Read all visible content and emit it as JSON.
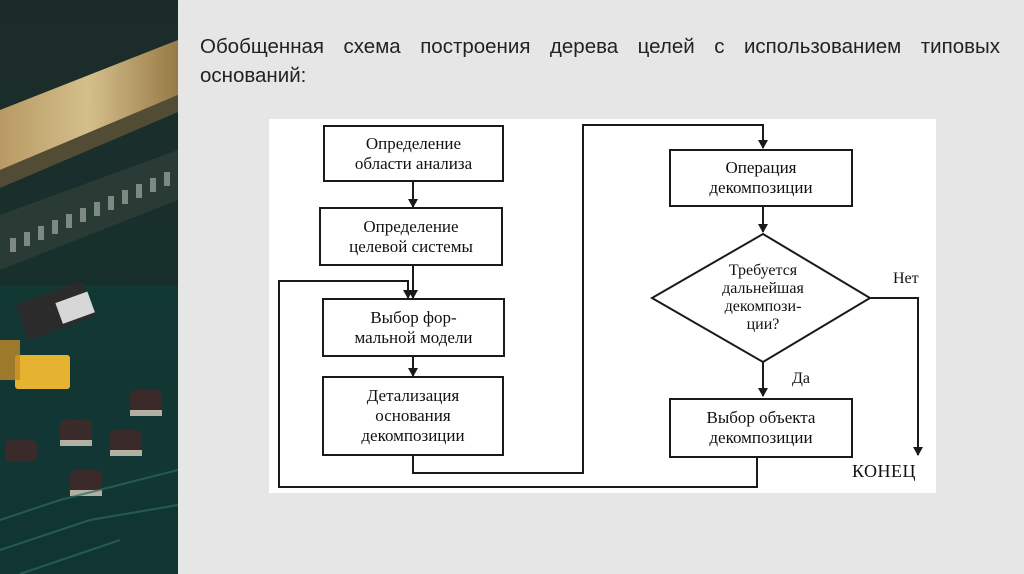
{
  "slide": {
    "title": "Обобщенная схема построения дерева целей с использованием типовых оснований:"
  },
  "flowchart": {
    "steps": [
      "Определение\nобласти анализа",
      "Определение\nцелевой системы",
      "Выбор фор-\nмальной модели",
      "Детализация\nоснования\nдекомпозиции",
      "Операция\nдекомпозиции",
      "Выбор объекта\nдекомпозиции"
    ],
    "decision": "Требуется\nдальнейшая\nдекомпози-\nции?",
    "labels": {
      "no": "Нет",
      "yes": "Да",
      "end": "КОНЕЦ"
    }
  },
  "colors": {
    "background": "#e6e6e6",
    "panel": "#ffffff",
    "stroke": "#1a1a1a",
    "text": "#111111"
  }
}
